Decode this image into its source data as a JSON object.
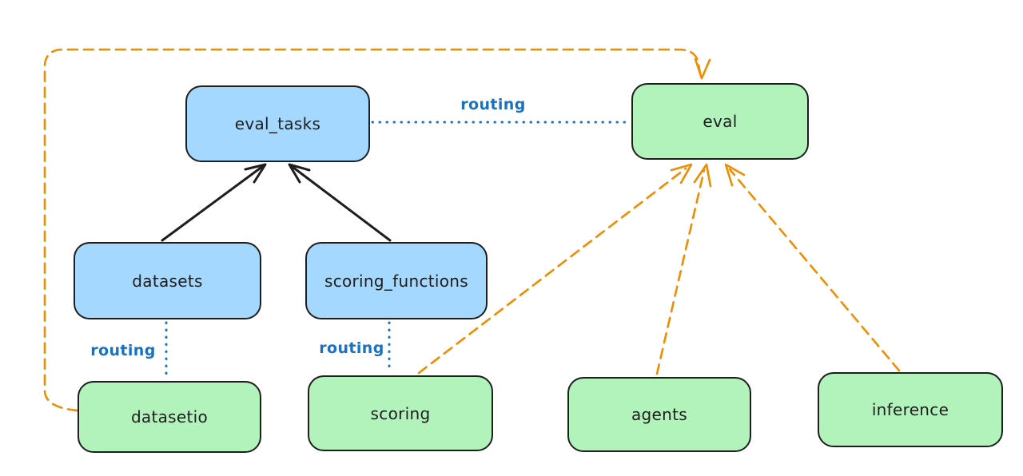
{
  "canvas": {
    "background": "#ffffff"
  },
  "colors": {
    "background": "#ffffff",
    "node-blue": "#a5d8ff",
    "node-green": "#b2f2bb",
    "border": "#1e1e1e",
    "text": "#1e1e1e",
    "black-edge": "#1e1e1e",
    "blue-edge": "#1971c2",
    "orange-edge": "#f08c00"
  },
  "nodes": {
    "eval_tasks": {
      "label": "eval_tasks",
      "fill": "blue"
    },
    "eval": {
      "label": "eval",
      "fill": "green"
    },
    "datasets": {
      "label": "datasets",
      "fill": "blue"
    },
    "scoring_functions": {
      "label": "scoring_functions",
      "fill": "blue"
    },
    "datasetio": {
      "label": "datasetio",
      "fill": "green"
    },
    "scoring": {
      "label": "scoring",
      "fill": "green"
    },
    "agents": {
      "label": "agents",
      "fill": "green"
    },
    "inference": {
      "label": "inference",
      "fill": "green"
    }
  },
  "edges": [
    {
      "from": "datasets",
      "to": "eval_tasks",
      "style": "solid-black-arrow"
    },
    {
      "from": "scoring_functions",
      "to": "eval_tasks",
      "style": "solid-black-arrow"
    },
    {
      "from": "eval_tasks",
      "to": "eval",
      "style": "dotted-blue",
      "label": "routing"
    },
    {
      "from": "datasets",
      "to": "datasetio",
      "style": "dotted-blue",
      "label": "routing"
    },
    {
      "from": "scoring_functions",
      "to": "scoring",
      "style": "dotted-blue",
      "label": "routing"
    },
    {
      "from": "datasetio",
      "to": "eval",
      "style": "dashed-orange-arrow"
    },
    {
      "from": "scoring",
      "to": "eval",
      "style": "dashed-orange-arrow"
    },
    {
      "from": "agents",
      "to": "eval",
      "style": "dashed-orange-arrow"
    },
    {
      "from": "inference",
      "to": "eval",
      "style": "dashed-orange-arrow"
    }
  ]
}
